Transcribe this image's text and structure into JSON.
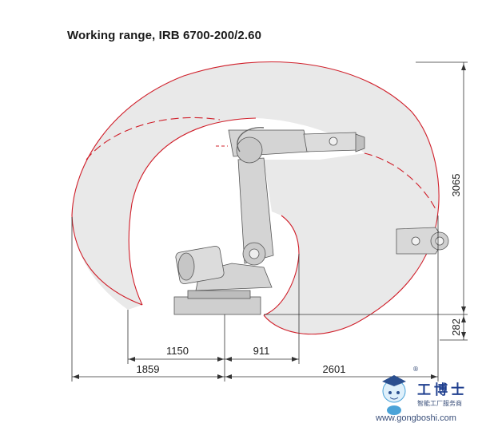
{
  "title": "Working range, IRB 6700-200/2.60",
  "dimensions": {
    "height_total": "3065",
    "height_base": "282",
    "inner_left": "1150",
    "inner_right": "911",
    "outer_left": "1859",
    "outer_right": "2601"
  },
  "watermark": {
    "title": "工博士",
    "subtitle": "智能工厂服务商",
    "url": "www.gongboshi.com",
    "registered": "®"
  },
  "colors": {
    "envelope_line": "#d01f2a",
    "envelope_fill": "#e9e9e9",
    "robot_body": "#d4d4d4",
    "dimension_line": "#333333"
  }
}
